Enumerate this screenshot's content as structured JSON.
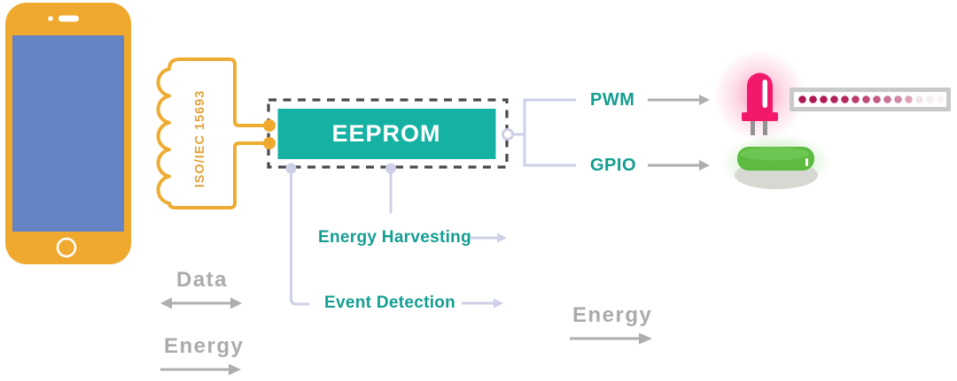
{
  "antenna": {
    "standard_label": "ISO/IEC 15693"
  },
  "eeprom": {
    "label": "EEPROM"
  },
  "outputs": {
    "pwm_label": "PWM",
    "gpio_label": "GPIO"
  },
  "features": {
    "energy_harvesting_label": "Energy Harvesting",
    "event_detection_label": "Event Detection"
  },
  "flows": {
    "data_label": "Data",
    "energy_left_label": "Energy",
    "energy_right_label": "Energy"
  },
  "colors": {
    "accent_yellow": "#F0A92F",
    "screen_blue": "#6584C5",
    "teal_block": "#15B2A4",
    "teal_text": "#149E91",
    "gray_text": "#ABABAB",
    "arrow_gray": "#AEAEAE",
    "lavender_line": "#CDD0E6",
    "dash_gray": "#48484F",
    "led_pink": "#F2186B",
    "button_green": "#5CBB40"
  },
  "led_strip": {
    "dot_colors": [
      "#AD1A56",
      "#AD1A56",
      "#AF1C58",
      "#B2225D",
      "#B52A63",
      "#BB3C6E",
      "#BF4B79",
      "#C45C86",
      "#CB7195",
      "#D189A6",
      "#DBA2B8",
      "#F0E6EA",
      "#F5EFF1",
      "#F7F2F4"
    ]
  }
}
